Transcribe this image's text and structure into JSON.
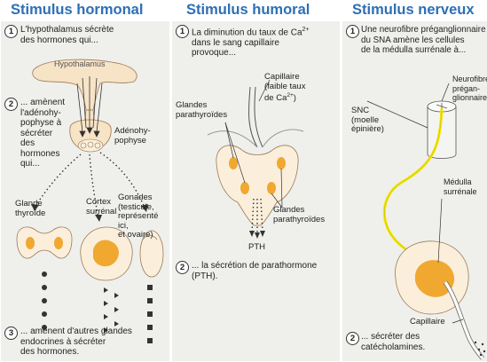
{
  "headers": {
    "hormonal": "Stimulus hormonal",
    "humoral": "Stimulus humoral",
    "nerveux": "Stimulus nerveux"
  },
  "hormonal": {
    "step1_num": "1",
    "step1_text": "L'hypothalamus sécrète\ndes hormones qui...",
    "hypothalamus_label": "Hypothalamus",
    "step2_num": "2",
    "step2_text": "... amènent\nl'adénohy-\npophyse à\nsécréter\ndes\nhormones\nqui...",
    "adenohypophyse_label": "Adénohy-\npophyse",
    "thyroide_label": "Glande\nthyroïde",
    "cortex_label": "Cortex\nsurrénal",
    "gonades_label": "Gonades\n(testicule,\nreprésenté ici,\net ovaire)",
    "step3_num": "3",
    "step3_text": "... amènent d'autres glandes\nendocrines à sécréter\ndes hormones."
  },
  "humoral": {
    "step1_num": "1",
    "step1_text_a": "La diminution du taux de Ca",
    "step1_sup": "2+",
    "step1_text_b": "dans le sang capillaire\nprovoque...",
    "capillaire_label_a": "Capillaire\n(faible taux\nde Ca",
    "capillaire_sup": "2+",
    "capillaire_label_b": ")",
    "glandes_left_label": "Glandes\nparathyroïdes",
    "glandes_right_label": "Glandes\nparathyroïdes",
    "pth_label": "PTH",
    "step2_num": "2",
    "step2_text": "... la sécrétion de parathormone\n(PTH)."
  },
  "nerveux": {
    "step1_num": "1",
    "step1_text": "Une neurofibre préganglionnaire\ndu SNA amène les cellules\nde la médulla surrénale à...",
    "snc_label": "SNC\n(moelle\népinière)",
    "neurofibre_label": "Neurofibre\nprégan-\nglionnaire",
    "medulla_label": "Médulla\nsurrénale",
    "capillaire_label": "Capillaire",
    "step2_num": "2",
    "step2_text": "... sécréter des\ncatécholamines."
  },
  "colors": {
    "header_text": "#2d6fb4",
    "panel_bg": "#efefec",
    "gland_orange": "#f0a830",
    "gland_pale": "#f7e3c6",
    "nerve_yellow": "#f2e600"
  }
}
